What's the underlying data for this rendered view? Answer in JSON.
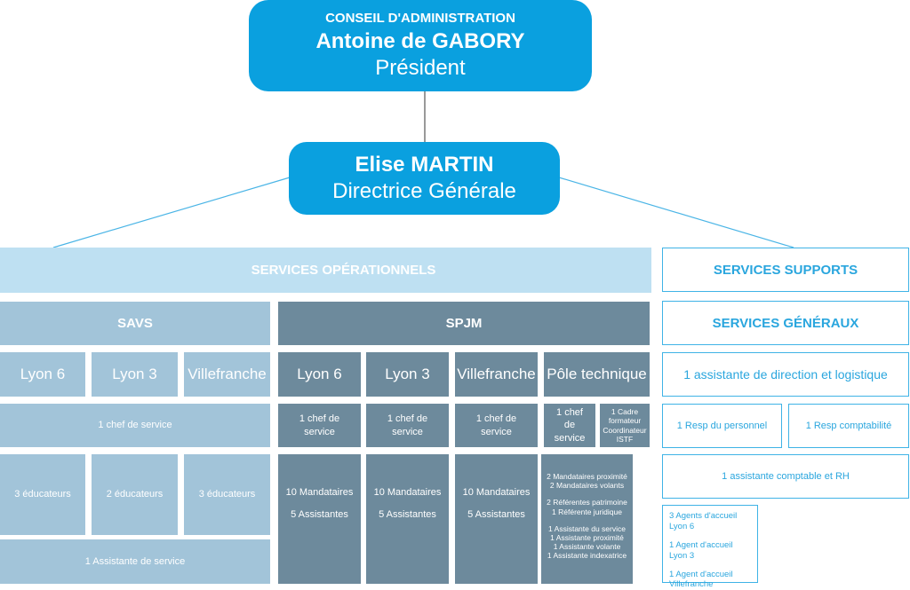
{
  "president": {
    "org": "CONSEIL D'ADMINISTRATION",
    "name": "Antoine de GABORY",
    "role": "Président"
  },
  "director": {
    "name": "Elise MARTIN",
    "role": "Directrice Générale"
  },
  "operational": {
    "title": "SERVICES OPÉRATIONNELS",
    "savs": {
      "title": "SAVS",
      "sites": [
        "Lyon 6",
        "Lyon 3",
        "Villefranche"
      ],
      "chief": "1 chef de service",
      "staff": [
        "3 éducateurs",
        "2 éducateurs",
        "3 éducateurs"
      ],
      "assistant": "1 Assistante de service"
    },
    "spjm": {
      "title": "SPJM",
      "sites": [
        "Lyon 6",
        "Lyon 3",
        "Villefranche",
        "Pôle technique"
      ],
      "chiefs": [
        "1 chef de service",
        "1 chef de service",
        "1 chef de service",
        "1 chef de service",
        "1 Cadre formateur Coordinateur ISTF"
      ],
      "staff": [
        {
          "line1": "10 Mandataires",
          "line2": "5 Assistantes"
        },
        {
          "line1": "10 Mandataires",
          "line2": "5 Assistantes"
        },
        {
          "line1": "10 Mandataires",
          "line2": "5 Assistantes"
        }
      ],
      "technical_staff": {
        "group1": [
          "2 Mandataires proximité",
          "2 Mandataires volants"
        ],
        "group2": [
          "2 Référentes patrimoine",
          "1 Référente juridique"
        ],
        "group3": [
          "1 Assistante du service",
          "1 Assistante proximité",
          "1 Assistante volante",
          "1 Assistante indexatrice"
        ]
      }
    }
  },
  "support": {
    "title": "SERVICES SUPPORTS",
    "general": {
      "title": "SERVICES GÉNÉRAUX",
      "direction_assistant": "1 assistante de direction et logistique",
      "hr_manager": "1 Resp du personnel",
      "accounting_manager": "1 Resp comptabilité",
      "accounting_assistant": "1 assistante comptable et RH",
      "agents": [
        "3 Agents d'accueil Lyon 6",
        "1 Agent d'accueil Lyon 3",
        "1 Agent d'accueil Villefranche"
      ]
    }
  },
  "colors": {
    "primary_blue": "#0aa0df",
    "operational_bg": "#bee0f2",
    "savs_bg": "#a2c4d9",
    "spjm_bg": "#6d8a9c",
    "support_text": "#2aa6de"
  }
}
